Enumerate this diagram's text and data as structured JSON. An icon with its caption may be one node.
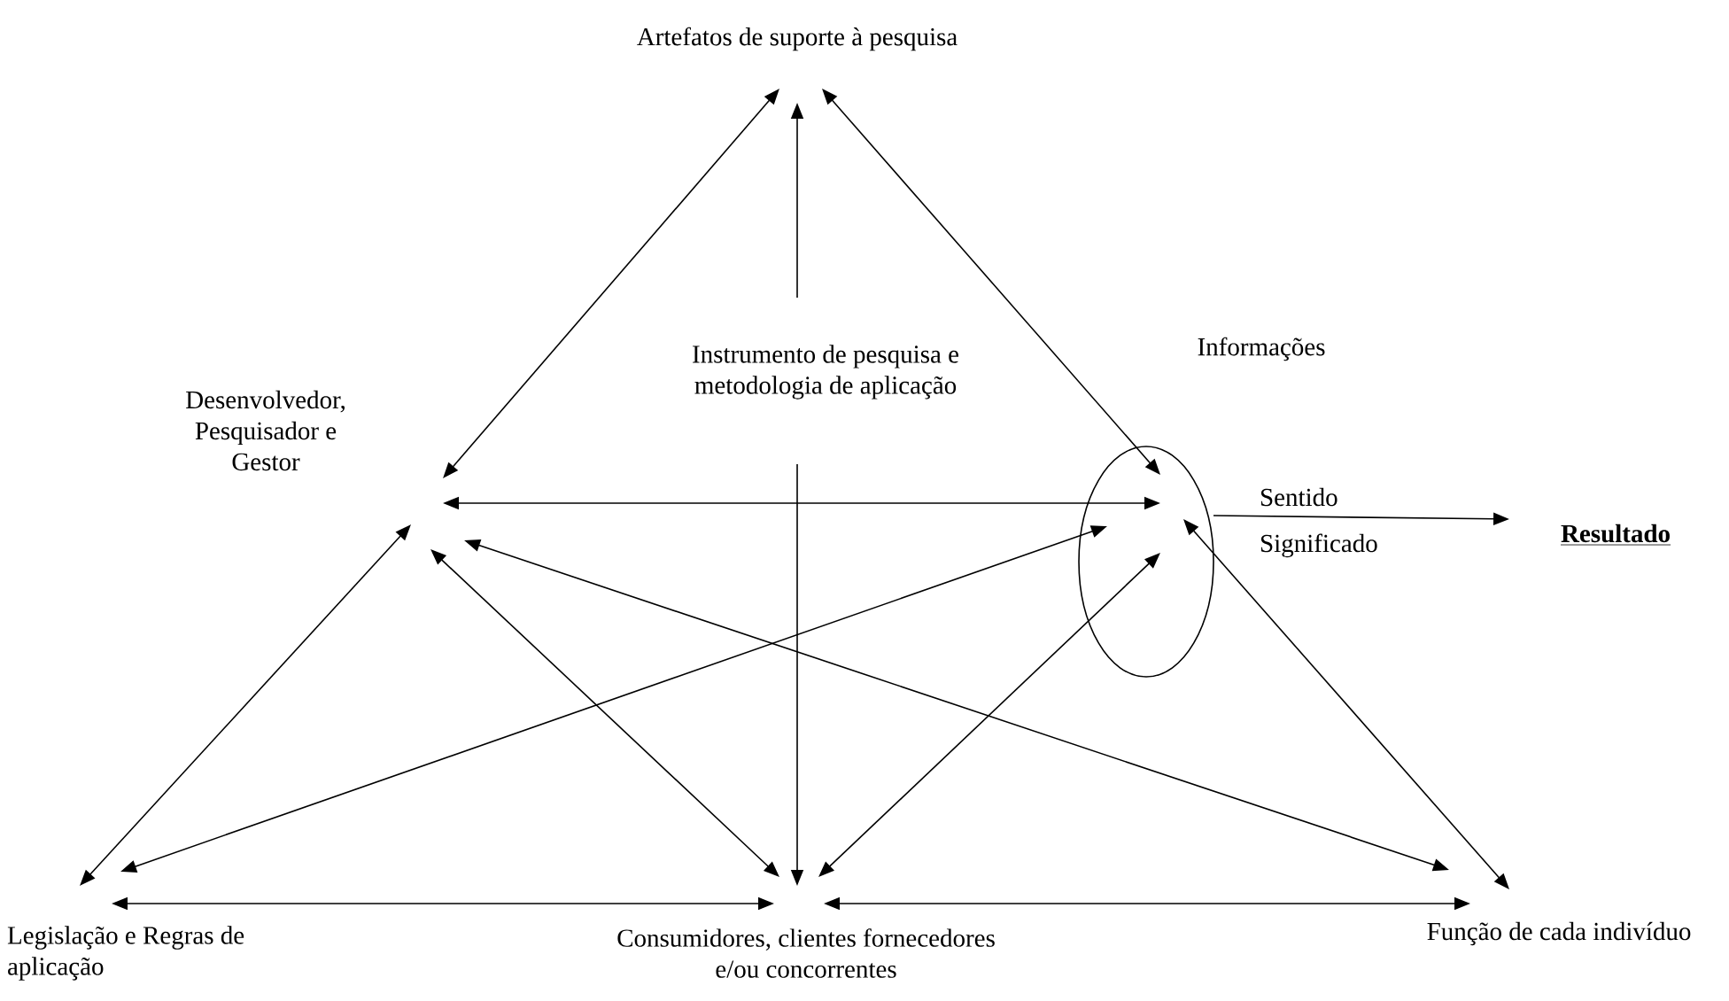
{
  "diagram": {
    "nodes": [
      {
        "text": [
          "Artefatos de suporte à pesquisa"
        ]
      },
      {
        "text": [
          "Instrumento de pesquisa e metodologia de aplicação"
        ]
      },
      {
        "text": [
          "Desenvolvedor, Pesquisador e Gestor"
        ]
      },
      {
        "text": [
          "Informações"
        ]
      },
      {
        "text": [
          "Legislação e Regras de aplicação"
        ]
      },
      {
        "text": [
          "Consumidores, clientes fornecedores e/ou concorrentes"
        ]
      },
      {
        "text": [
          "Função de cada indivíduo"
        ]
      },
      {
        "text": [
          "**Resultado**"
        ]
      }
    ],
    "edges": [
      {
        "from": 0,
        "to": 2,
        "arrow": "both"
      },
      {
        "from": 1,
        "to": 0,
        "arrow": "to"
      },
      {
        "from": 0,
        "to": 3,
        "arrow": "both"
      },
      {
        "from": 2,
        "to": 3,
        "arrow": "both"
      },
      {
        "from": 1,
        "to": 5,
        "arrow": "to"
      },
      {
        "from": 2,
        "to": 4,
        "arrow": "both"
      },
      {
        "from": 2,
        "to": 5,
        "arrow": "both"
      },
      {
        "from": 2,
        "to": 6,
        "arrow": "both"
      },
      {
        "from": 4,
        "to": 3,
        "arrow": "both"
      },
      {
        "from": 5,
        "to": 3,
        "arrow": "both"
      },
      {
        "from": 3,
        "to": 6,
        "arrow": "both"
      },
      {
        "from": 4,
        "to": 5,
        "arrow": "both"
      },
      {
        "from": 5,
        "to": 6,
        "arrow": "both"
      },
      {
        "from": 3,
        "to": 7,
        "arrow": "to",
        "label": "Sentido Significado"
      }
    ]
  }
}
